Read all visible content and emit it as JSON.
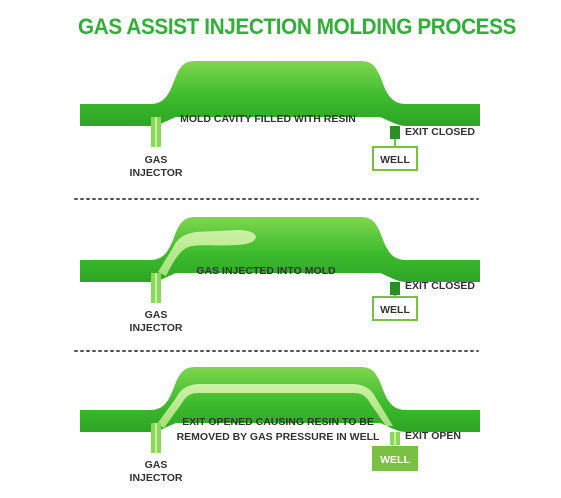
{
  "title": "GAS ASSIST INJECTION MOLDING PROCESS",
  "colors": {
    "title": "#2eb135",
    "mold": "#3dbb2d",
    "mold_light": "#8ad85a",
    "gas_fill": "#b8ea8a",
    "well_border": "#7ac143",
    "well_open_fill": "#7ac143",
    "text": "#333333",
    "separator": "#555555"
  },
  "stages": [
    {
      "cavity_label": "MOLD CAVITY FILLED WITH RESIN",
      "injector_label_line1": "GAS",
      "injector_label_line2": "INJECTOR",
      "exit_label": "EXIT CLOSED",
      "well_label": "WELL",
      "exit_state": "closed",
      "gas": "none"
    },
    {
      "cavity_label": "GAS INJECTED INTO MOLD",
      "injector_label_line1": "GAS",
      "injector_label_line2": "INJECTOR",
      "exit_label": "EXIT CLOSED",
      "well_label": "WELL",
      "exit_state": "closed",
      "gas": "partial"
    },
    {
      "cavity_label_line1": "EXIT OPENED CAUSING RESIN TO BE",
      "cavity_label_line2": "REMOVED BY GAS PRESSURE IN WELL",
      "injector_label_line1": "GAS",
      "injector_label_line2": "INJECTOR",
      "exit_label": "EXIT OPEN",
      "well_label": "WELL",
      "exit_state": "open",
      "gas": "full"
    }
  ]
}
